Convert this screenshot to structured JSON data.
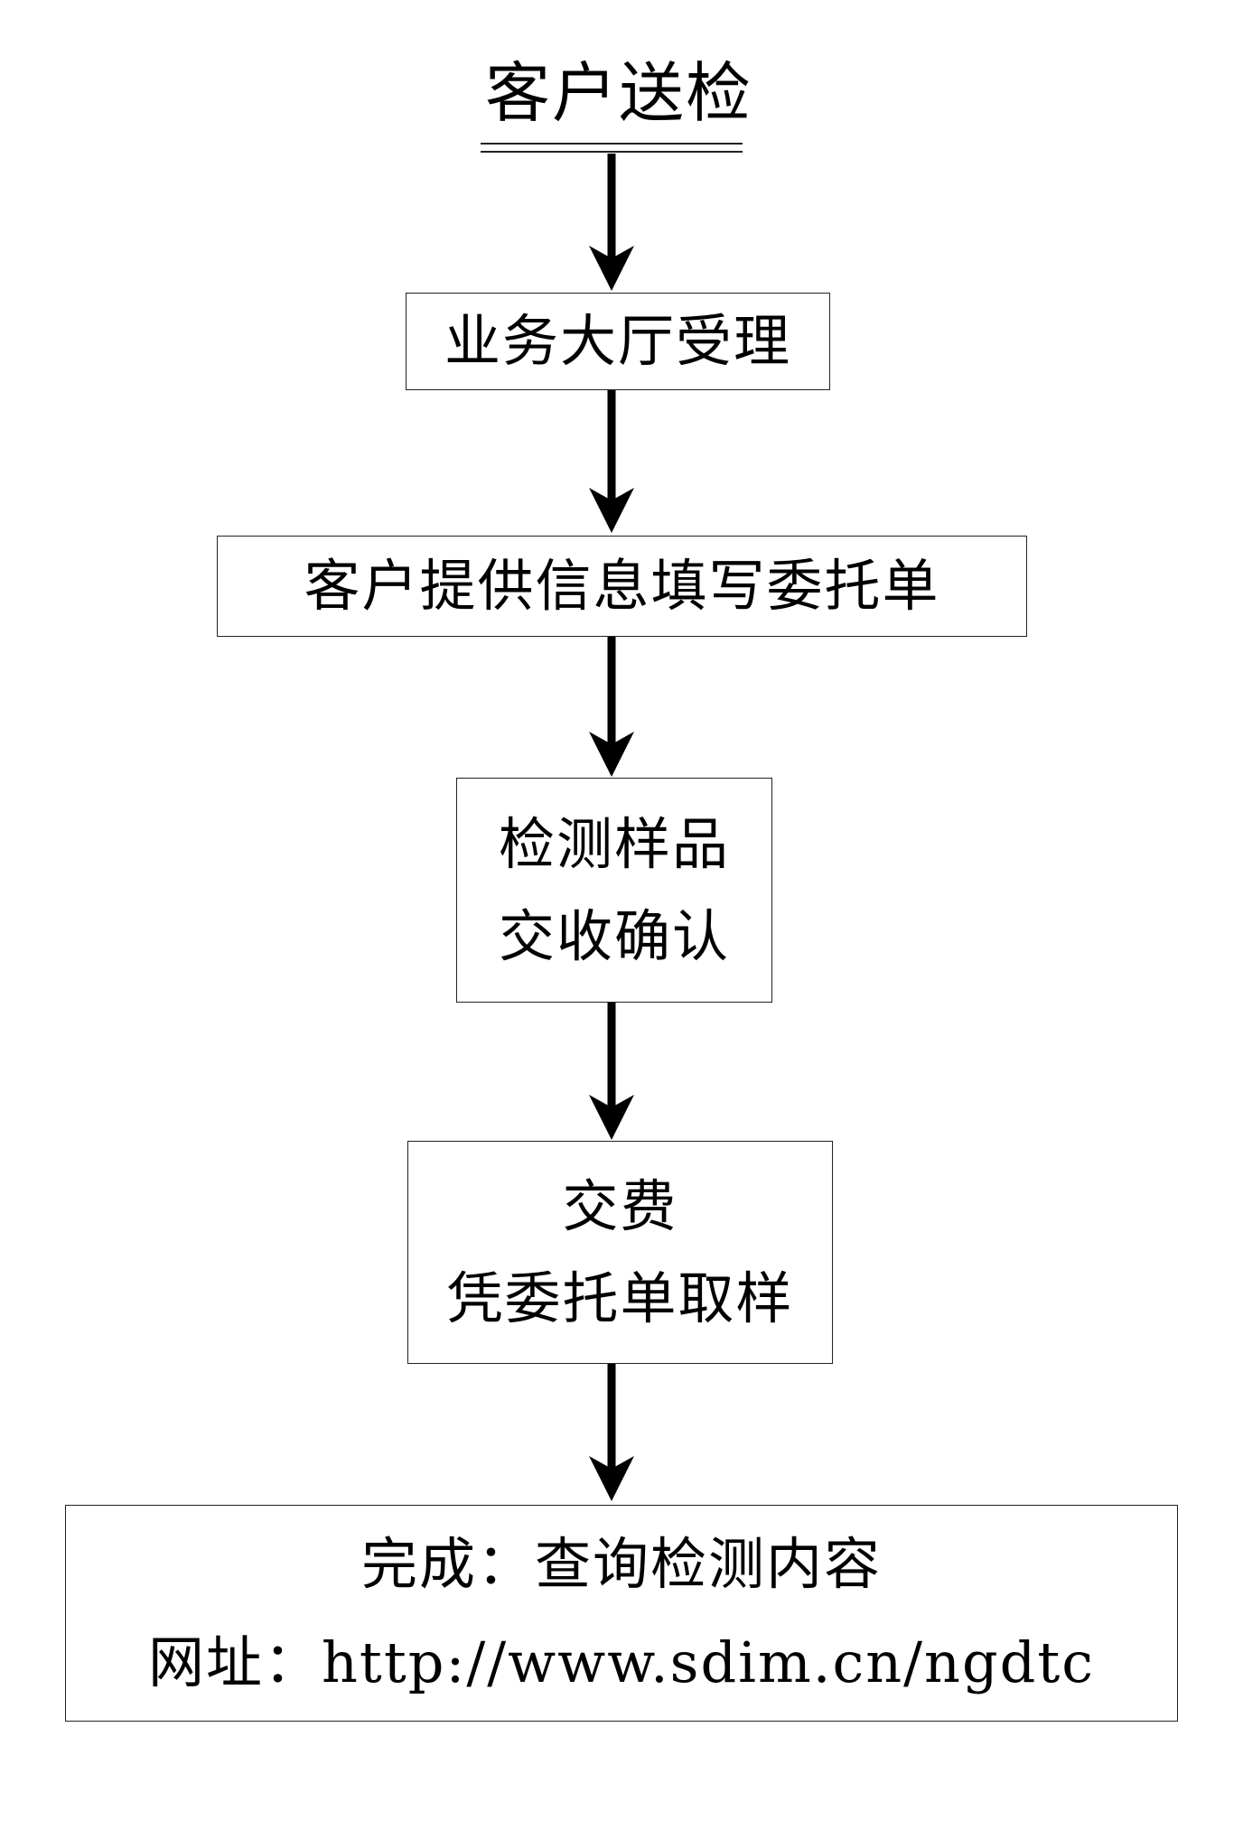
{
  "diagram": {
    "title": "客户送检",
    "steps": [
      {
        "lines": [
          "业务大厅受理"
        ]
      },
      {
        "lines": [
          "客户提供信息填写委托单"
        ]
      },
      {
        "lines": [
          "检测样品",
          "交收确认"
        ]
      },
      {
        "lines": [
          "交费",
          "凭委托单取样"
        ]
      },
      {
        "lines": [
          "完成：查询检测内容",
          "网址：http://www.sdim.cn/ngdtc"
        ]
      }
    ]
  }
}
